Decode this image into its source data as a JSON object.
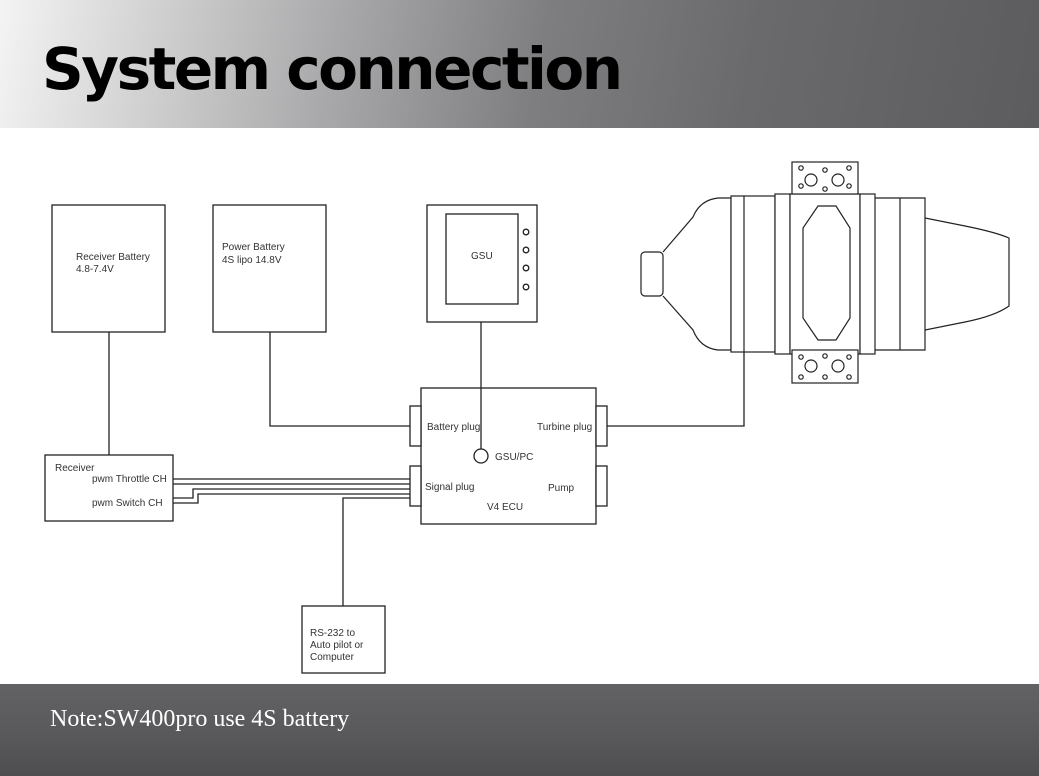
{
  "slide": {
    "title": "System connection",
    "note": "Note:SW400pro use 4S battery"
  },
  "diagram": {
    "receiver_battery": {
      "line1": "Receiver Battery",
      "line2": "4.8-7.4V"
    },
    "power_battery": {
      "line1": "Power Battery",
      "line2": "4S lipo  14.8V"
    },
    "gsu": {
      "label": "GSU"
    },
    "receiver": {
      "label": "Receiver",
      "throttle": "pwm Throttle CH",
      "switch": "pwm Switch CH"
    },
    "ecu": {
      "battery_plug": "Battery plug",
      "turbine_plug": "Turbine plug",
      "gsu_pc": "GSU/PC",
      "signal_plug": "Signal plug",
      "pump": "Pump",
      "name": "V4 ECU"
    },
    "rs232": {
      "line1": "RS-232 to",
      "line2": "Auto pilot or",
      "line3": "Computer"
    }
  }
}
